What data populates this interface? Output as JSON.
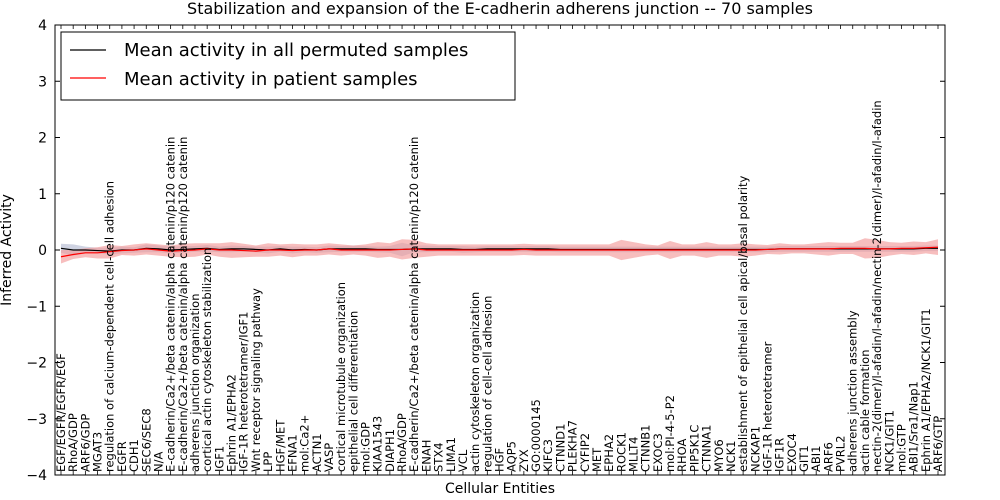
{
  "chart_data": {
    "type": "line",
    "title": "Stabilization and expansion of the E-cadherin adherens junction -- 70 samples",
    "xlabel": "Cellular Entities",
    "ylabel": "Inferred Activity",
    "ylim": [
      -4,
      4
    ],
    "yticks": [
      "−4",
      "−3",
      "−2",
      "−1",
      "0",
      "1",
      "2",
      "3",
      "4"
    ],
    "grid": false,
    "legend_position": "top-left",
    "categories": [
      "EGF/EGFR/EGFR/EGF",
      "RhoA/GDP",
      "ARF6/GDP",
      "MGAT3",
      "regulation of calcium-dependent cell-cell adhesion",
      "EGFR",
      "CDH1",
      "SEC6/SEC8",
      "N/A",
      "E-cadherin/Ca2+/beta catenin/alpha catenin/p120 catenin",
      "E-cadherin/Ca2+/beta catenin/alpha catenin/p120 catenin",
      "adherens junction organization",
      "cortical actin cytoskeleton stabilization",
      "IGF1",
      "Ephrin A1/EPHA2",
      "IGF-1R heterotetramer/IGF1",
      "Wnt receptor signaling pathway",
      "LPP",
      "HGF/MET",
      "EFNA1",
      "mol:Ca2+",
      "ACTN1",
      "VASP",
      "cortical microtubule organization",
      "epithelial cell differentiation",
      "mol:GDP",
      "KIAA1543",
      "DIAPH1",
      "RhoA/GDP",
      "E-cadherin/Ca2+/beta catenin/alpha catenin/p120 catenin",
      "ENAH",
      "STX4",
      "LIMA1",
      "VCL",
      "actin cytoskeleton organization",
      "regulation of cell-cell adhesion",
      "HGF",
      "AQP5",
      "ZYX",
      "GO:0000145",
      "KIFC3",
      "CTNND1",
      "PLEKHA7",
      "CYFIP2",
      "MET",
      "EPHA2",
      "ROCK1",
      "MLLT4",
      "CTNNB1",
      "EXOC3",
      "mol:PI-4-5-P2",
      "RHOA",
      "PIP5K1C",
      "CTNNA1",
      "MYO6",
      "NCK1",
      "establishment of epithelial cell apical/basal polarity",
      "NCKAP1",
      "IGF-1R heterotetramer",
      "IGF1R",
      "EXOC4",
      "GIT1",
      "ABI1",
      "ARF6",
      "PVRL2",
      "adherens junction assembly",
      "actin cable formation",
      "nectin-2(dimer)/l-afadin/l-afadin/nectin-2(dimer)/l-afadin/l-afadin",
      "NCK1/GIT1",
      "mol:GTP",
      "ABI1/Sra1/Nap1",
      "Ephrin A1/EPHA2/NCK1/GIT1",
      "ARF6/GTP"
    ],
    "series": [
      {
        "name": "Mean activity in all permuted samples",
        "color": "#000000",
        "band_color": "#a8aecb",
        "values": [
          0.03,
          0.0,
          0.0,
          -0.01,
          -0.02,
          0.0,
          0.0,
          0.03,
          0.02,
          0.0,
          0.01,
          0.02,
          0.03,
          0.01,
          0.02,
          0.02,
          0.01,
          0.0,
          0.02,
          0.0,
          0.01,
          0.0,
          0.02,
          0.02,
          0.02,
          0.02,
          0.01,
          0.01,
          0.01,
          0.02,
          0.02,
          0.02,
          0.02,
          0.01,
          0.01,
          0.02,
          0.02,
          0.02,
          0.02,
          0.02,
          0.02,
          0.01,
          0.01,
          0.01,
          0.01,
          0.01,
          0.01,
          0.01,
          0.01,
          0.01,
          0.01,
          0.01,
          0.01,
          0.01,
          0.01,
          0.01,
          0.01,
          0.01,
          0.01,
          0.02,
          0.02,
          0.02,
          0.02,
          0.02,
          0.02,
          0.02,
          0.02,
          0.02,
          0.02,
          0.02,
          0.02,
          0.03,
          0.03
        ],
        "band": [
          0.08,
          0.1,
          0.06,
          0.05,
          0.06,
          0.06,
          0.05,
          0.07,
          0.06,
          0.06,
          0.06,
          0.05,
          0.06,
          0.05,
          0.06,
          0.05,
          0.05,
          0.06,
          0.05,
          0.06,
          0.05,
          0.05,
          0.06,
          0.05,
          0.06,
          0.05,
          0.05,
          0.06,
          0.12,
          0.06,
          0.06,
          0.05,
          0.05,
          0.06,
          0.05,
          0.05,
          0.05,
          0.05,
          0.05,
          0.05,
          0.05,
          0.05,
          0.05,
          0.05,
          0.05,
          0.05,
          0.05,
          0.05,
          0.05,
          0.05,
          0.05,
          0.05,
          0.05,
          0.05,
          0.05,
          0.05,
          0.05,
          0.05,
          0.05,
          0.05,
          0.05,
          0.05,
          0.05,
          0.05,
          0.05,
          0.05,
          0.05,
          0.05,
          0.05,
          0.05,
          0.05,
          0.05,
          0.05
        ]
      },
      {
        "name": "Mean activity in patient samples",
        "color": "#ff0000",
        "band_color": "#f29b9b",
        "values": [
          -0.12,
          -0.08,
          -0.05,
          -0.05,
          -0.03,
          -0.01,
          0.0,
          0.02,
          0.0,
          -0.02,
          -0.01,
          0.0,
          0.02,
          0.0,
          0.0,
          -0.01,
          -0.02,
          0.0,
          0.0,
          -0.01,
          0.0,
          0.0,
          0.02,
          0.0,
          0.0,
          0.0,
          0.0,
          0.0,
          0.01,
          0.02,
          0.0,
          0.0,
          0.0,
          0.0,
          0.0,
          0.0,
          0.0,
          0.0,
          0.01,
          0.0,
          0.0,
          0.0,
          0.0,
          0.0,
          0.0,
          0.0,
          0.0,
          0.0,
          0.0,
          0.0,
          0.0,
          0.0,
          0.0,
          0.0,
          0.0,
          0.0,
          0.0,
          0.0,
          0.01,
          0.02,
          0.02,
          0.02,
          0.02,
          0.02,
          0.03,
          0.03,
          0.03,
          0.02,
          0.02,
          0.03,
          0.03,
          0.04,
          0.05
        ],
        "band": [
          0.12,
          0.08,
          0.08,
          0.1,
          0.12,
          0.08,
          0.1,
          0.1,
          0.1,
          0.1,
          0.12,
          0.12,
          0.1,
          0.12,
          0.14,
          0.12,
          0.1,
          0.12,
          0.1,
          0.12,
          0.1,
          0.1,
          0.1,
          0.1,
          0.08,
          0.1,
          0.14,
          0.12,
          0.18,
          0.16,
          0.12,
          0.1,
          0.1,
          0.1,
          0.1,
          0.1,
          0.1,
          0.1,
          0.1,
          0.1,
          0.1,
          0.1,
          0.1,
          0.1,
          0.1,
          0.1,
          0.18,
          0.14,
          0.1,
          0.08,
          0.16,
          0.1,
          0.1,
          0.14,
          0.1,
          0.1,
          0.12,
          0.1,
          0.08,
          0.1,
          0.08,
          0.08,
          0.1,
          0.12,
          0.1,
          0.1,
          0.18,
          0.16,
          0.12,
          0.1,
          0.12,
          0.1,
          0.14
        ]
      }
    ]
  }
}
